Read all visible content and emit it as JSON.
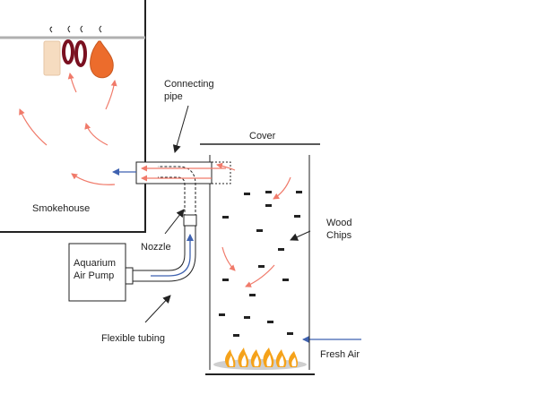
{
  "labels": {
    "connecting_pipe_1": "Connecting",
    "connecting_pipe_2": "pipe",
    "cover": "Cover",
    "smokehouse": "Smokehouse",
    "wood_chips_1": "Wood",
    "wood_chips_2": "Chips",
    "nozzle": "Nozzle",
    "pump_1": "Aquarium",
    "pump_2": "Air Pump",
    "flexible_tubing": "Flexible tubing",
    "fresh_air": "Fresh Air"
  },
  "colors": {
    "smoke_arrow": "#f07a6a",
    "air_arrow": "#3f62b0",
    "outline": "#222222",
    "rail": "#b0b0b0",
    "cheese": "#f6dcc0",
    "sausage": "#7a1020",
    "ham": "#ec6c2c",
    "flame_outer": "#f5a21a",
    "flame_inner": "#ffffff",
    "ash": "#cfcfcf",
    "chip": "#222222"
  },
  "icons": {
    "hanging_food": "food-hanging-icon",
    "fire": "fire-icon"
  }
}
